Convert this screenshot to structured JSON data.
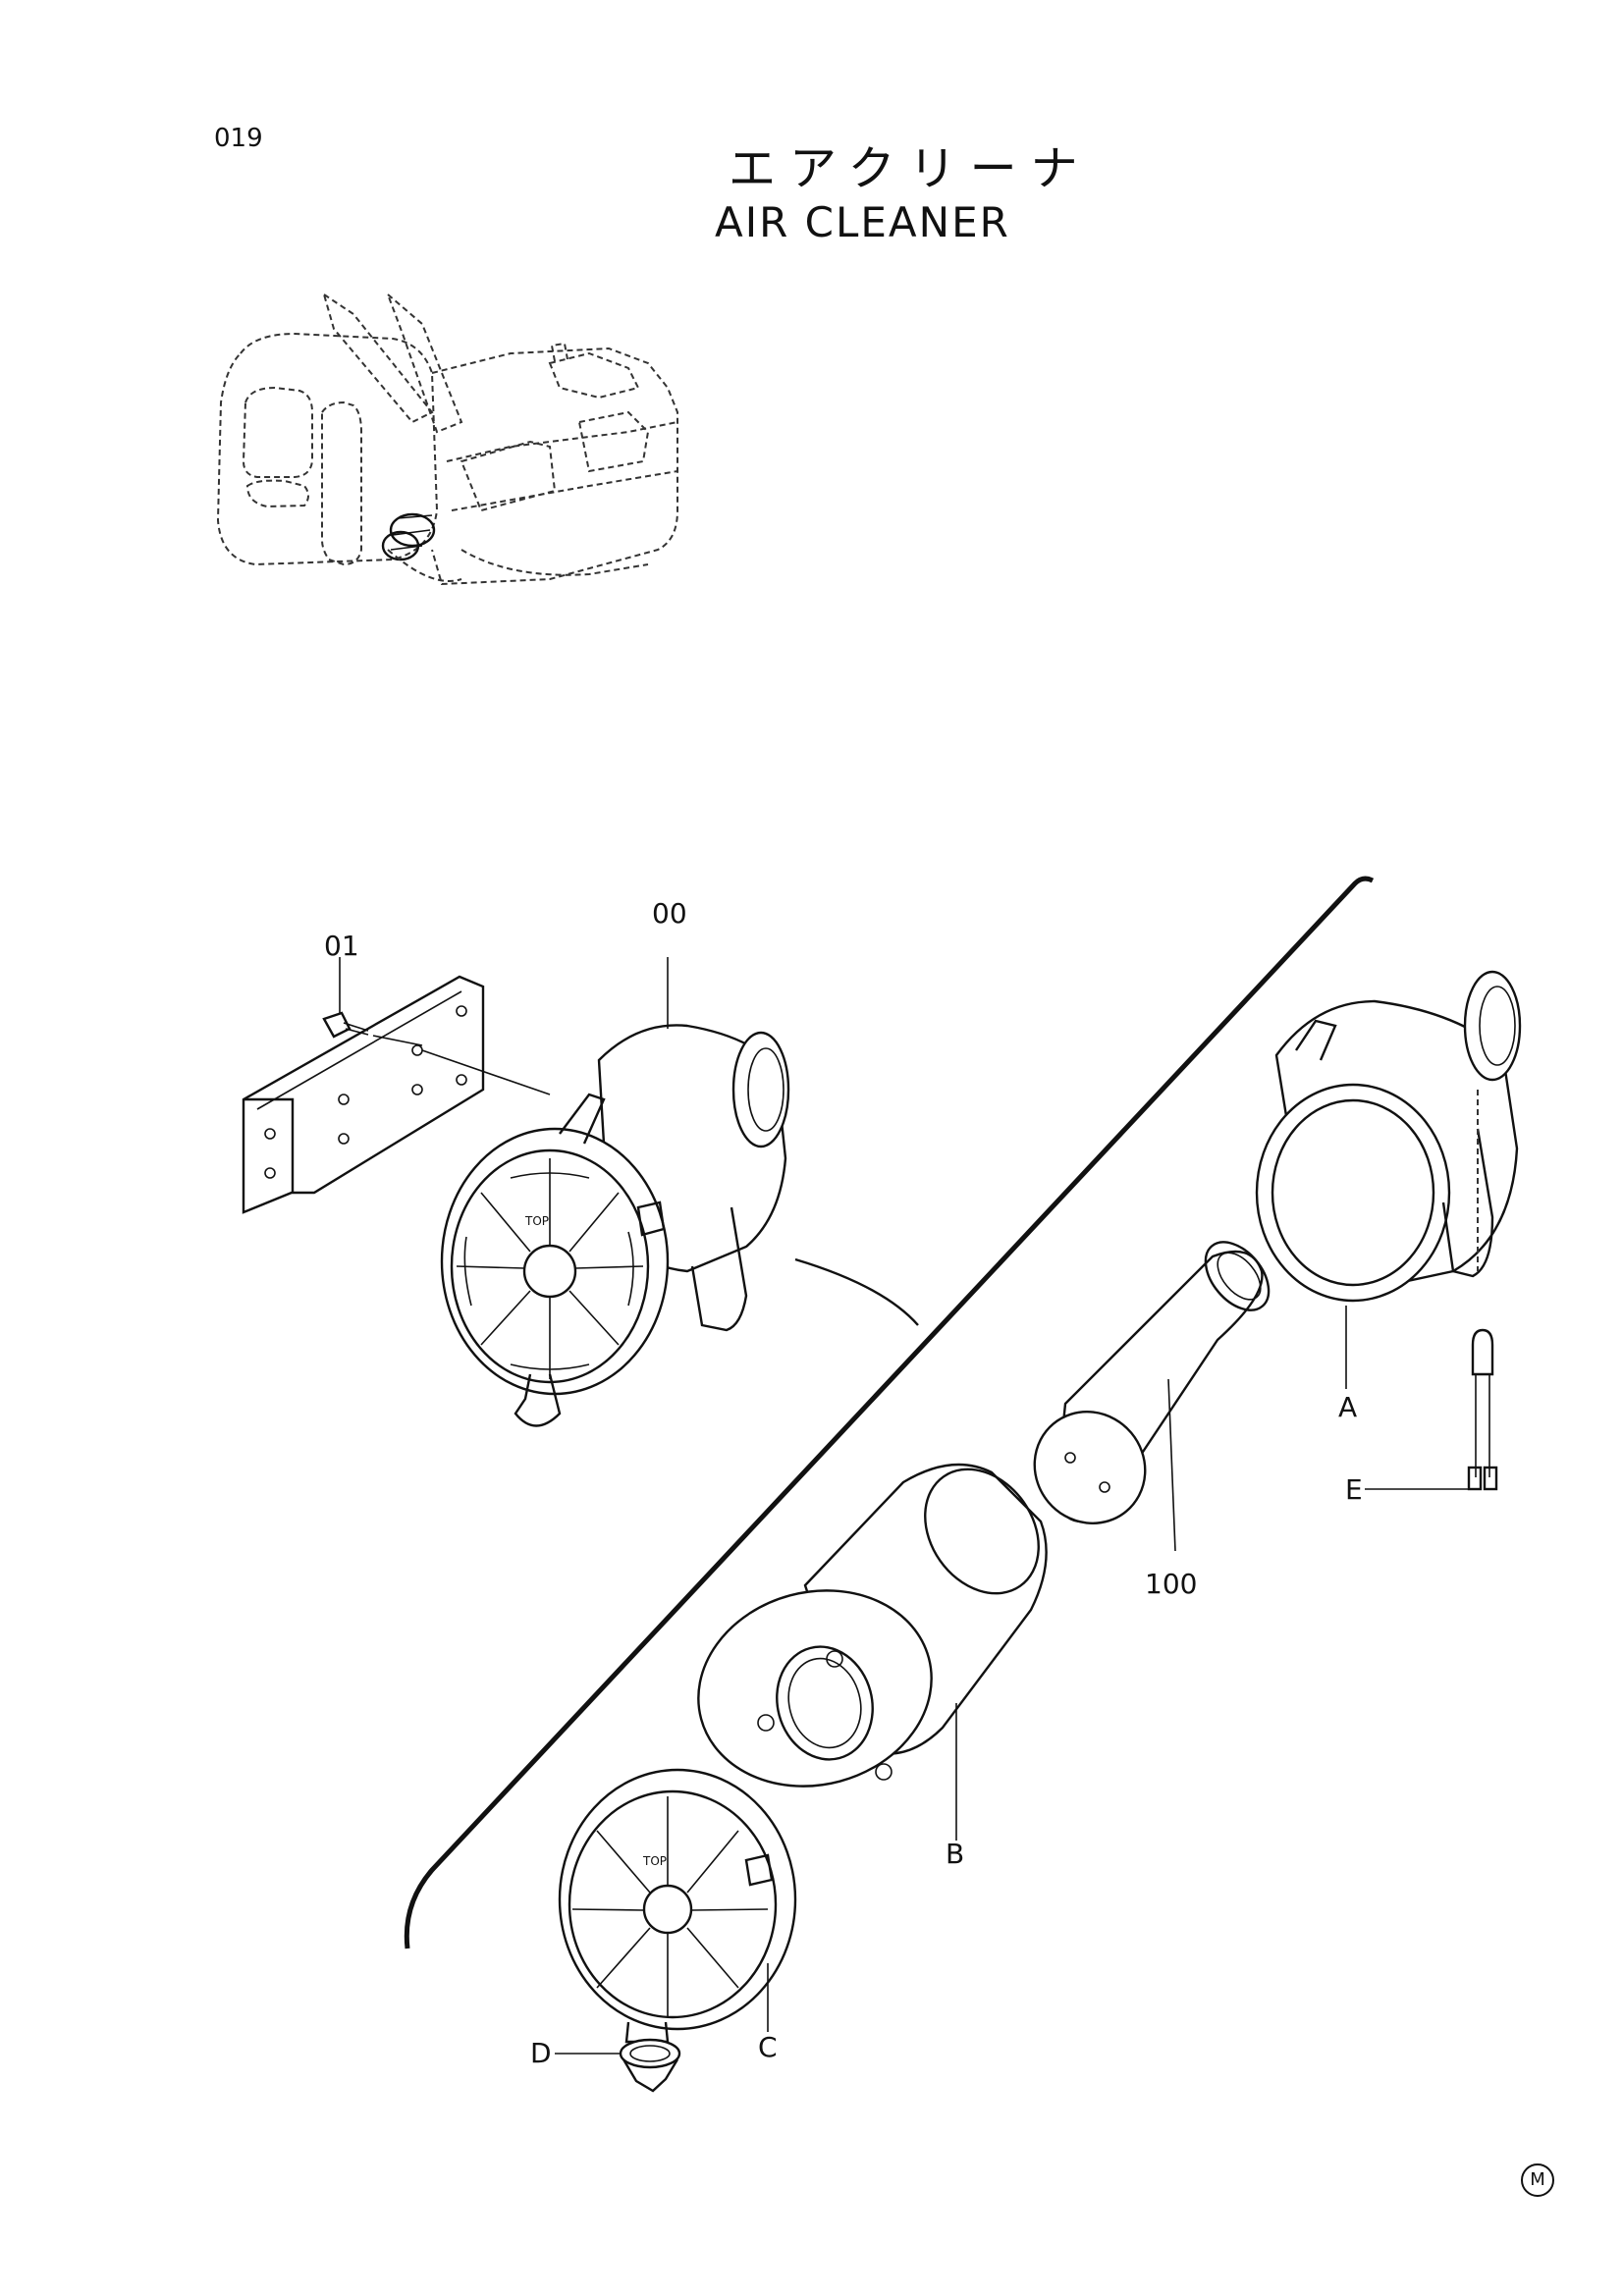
{
  "page": {
    "number": "019",
    "title_jp": "エアクリーナ",
    "title_en": "AIR CLEANER",
    "corner_mark": "M"
  },
  "callouts": {
    "c00": "00",
    "c01": "01",
    "c100": "100",
    "cA": "A",
    "cB": "B",
    "cC": "C",
    "cD": "D",
    "cE": "E"
  },
  "cover_text": "TOP"
}
